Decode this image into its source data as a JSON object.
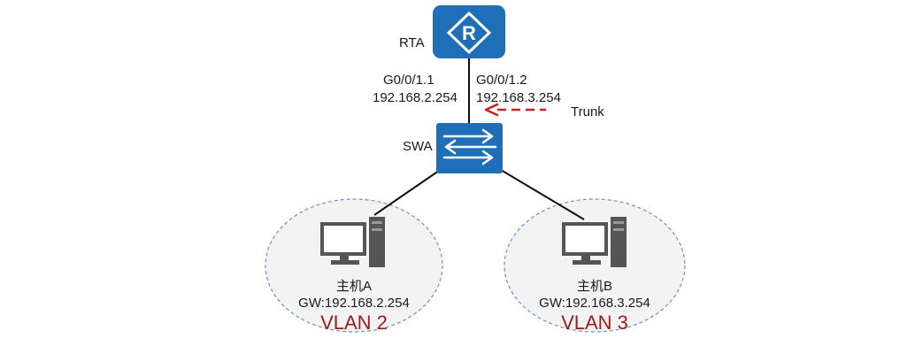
{
  "router": {
    "name": "RTA"
  },
  "switch": {
    "name": "SWA"
  },
  "interfaces": {
    "left": {
      "port": "G0/0/1.1",
      "ip": "192.168.2.254"
    },
    "right": {
      "port": "G0/0/1.2",
      "ip": "192.168.3.254"
    }
  },
  "trunk": {
    "label": "Trunk",
    "color": "#c0261e"
  },
  "hosts": [
    {
      "name": "主机A",
      "gateway": "GW:192.168.2.254",
      "vlan": "VLAN 2"
    },
    {
      "name": "主机B",
      "gateway": "GW:192.168.3.254",
      "vlan": "VLAN 3"
    }
  ],
  "colors": {
    "device_blue": "#1f6fb8",
    "vlan_text": "#9b1c1c",
    "vlan_ellipse_fill": "#f3f3f3",
    "vlan_ellipse_stroke": "#6f8fc9"
  },
  "icons": {
    "router": "router-icon",
    "switch": "switch-icon",
    "pc": "pc-icon"
  }
}
